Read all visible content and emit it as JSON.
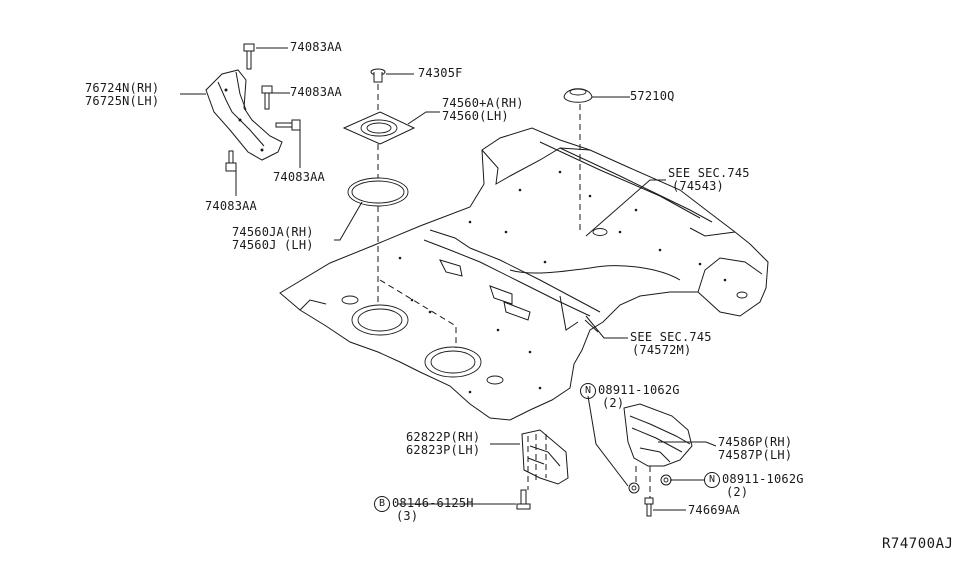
{
  "diagram": {
    "code": "R74700AJ",
    "labels": {
      "bolt_top": "74083AA",
      "bracket_rh": "76724N(RH)",
      "bracket_lh": "76725N(LH)",
      "bolt_mid": "74083AA",
      "bolt_right": "74083AA",
      "bolt_bottom": "74083AA",
      "plug": "74305F",
      "cover_rh": "74560+A(RH)",
      "cover_lh": "74560(LH)",
      "seal_rh": "74560JA(RH)",
      "seal_lh": "74560J (LH)",
      "cap": "57210Q",
      "see_sec_1": "SEE SEC.745",
      "see_sec_1_ref": "(74543)",
      "see_sec_2": "SEE SEC.745",
      "see_sec_2_ref": "(74572M)",
      "n_bolt_1": "08911-1062G",
      "n_bolt_1_qty": "(2)",
      "guard_rh": "74586P(RH)",
      "guard_lh": "74587P(LH)",
      "n_bolt_2": "08911-1062G",
      "n_bolt_2_qty": "(2)",
      "mud_rh": "62822P(RH)",
      "mud_lh": "62823P(LH)",
      "b_bolt": "08146-6125H",
      "b_bolt_qty": "(3)",
      "clip": "74669AA",
      "n_marker": "N",
      "b_marker": "B"
    }
  }
}
